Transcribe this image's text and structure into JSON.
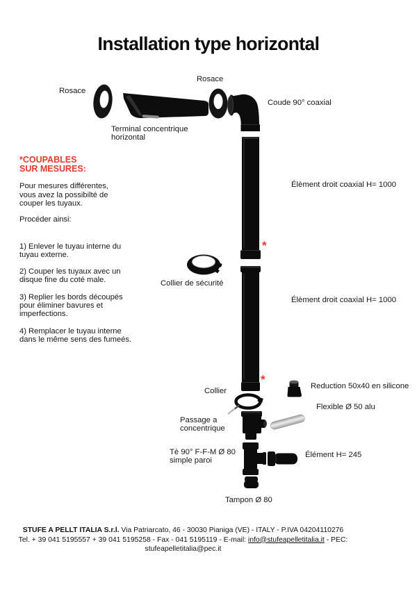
{
  "title": "Installation type horizontal",
  "diagram": {
    "labels": {
      "rosace_left": "Rosace",
      "rosace_top": "Rosace",
      "coude": "Coude 90° coaxial",
      "terminal": "Terminal concentrique horizontal",
      "element_droit_1": "Élèment droit coaxial H= 1000",
      "element_droit_2": "Élèment droit coaxial H= 1000",
      "collier_securite": "Collier de sécurité",
      "collier": "Collier",
      "reduction": "Reduction 50x40 en silicone",
      "flexible": "Flexible Ø 50 alu",
      "passage": "Passage a concentrique",
      "te": "Tè 90° F-F-M Ø 80 simple paroi",
      "element_245": "Élément H= 245",
      "tampon": "Tampon Ø 80",
      "cut_mark": "*"
    },
    "colors": {
      "pipe_black": "#0c0c0c",
      "accent_red": "#e8382c",
      "alu_silver": "#c9c9c9"
    }
  },
  "instructions": {
    "heading": "*COUPABLES SUR MESURES:",
    "intro": "Pour mesures différentes, vous avez la possibilté de couper les tuyaux.",
    "proceed": "Procéder ainsi:",
    "steps": [
      "1) Enlever le tuyau interne  du tuyau externe.",
      "2) Couper les tuyaux avec un disque fine du coté male.",
      "3) Replier les bords découpés pour éliminer bavures et imperfections.",
      "4) Remplacer le tuyau interne dans le même sens des fumeés."
    ]
  },
  "footer": {
    "company": "STUFE A PELLT ITALIA S.r.l.",
    "address": " Via Patriarcato, 46 - 30030 Pianiga (VE) - ITALY - P.IVA 04204110276",
    "contacts_prefix": "Tel. + 39 041 5195557 + 39 041 5195258 - Fax - 041 5195119 - E-mail: ",
    "email": "info@stufeapelletitalia.it",
    "pec_label": " - PEC: ",
    "pec": "stufeapelletitalia@pec.it"
  }
}
